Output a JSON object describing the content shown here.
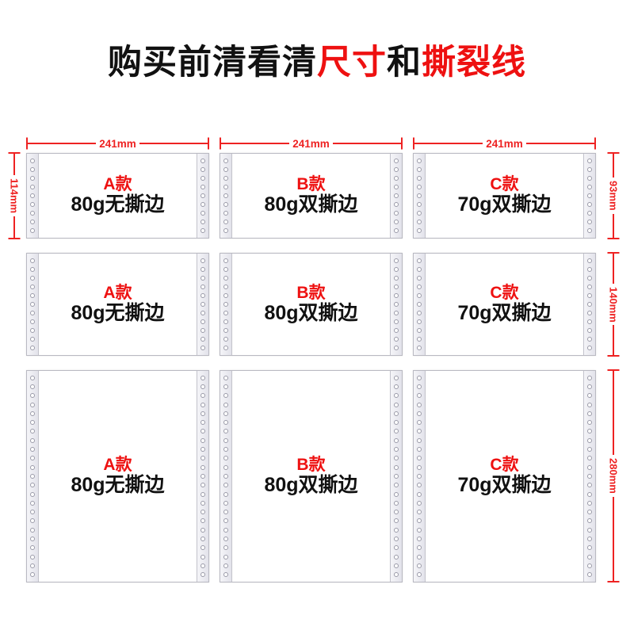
{
  "title": {
    "part1": "购买前清看清",
    "part2_red": "尺寸",
    "part3": "和",
    "part4_red": "撕裂线"
  },
  "colors": {
    "red": "#ee1111",
    "dim_red": "#ee2222",
    "text": "#111111",
    "background": "#ffffff",
    "paper": "#ffffff",
    "strip": "#ededf2",
    "paper_border": "#b9b9c2"
  },
  "width_dimensions": [
    {
      "label": "241mm",
      "column": 1
    },
    {
      "label": "241mm",
      "column": 2
    },
    {
      "label": "241mm",
      "column": 3
    }
  ],
  "height_dimensions": [
    {
      "label": "114mm",
      "row": 1,
      "side": "left"
    },
    {
      "label": "93mm",
      "row": 1,
      "side": "right"
    },
    {
      "label": "140mm",
      "row": 2,
      "side": "right"
    },
    {
      "label": "280mm",
      "row": 3,
      "side": "right"
    }
  ],
  "sheets": [
    {
      "model": "A款",
      "spec": "80g无撕边",
      "row": 1,
      "column": 1
    },
    {
      "model": "B款",
      "spec": "80g双撕边",
      "row": 1,
      "column": 2
    },
    {
      "model": "C款",
      "spec": "70g双撕边",
      "row": 1,
      "column": 3
    },
    {
      "model": "A款",
      "spec": "80g无撕边",
      "row": 2,
      "column": 1
    },
    {
      "model": "B款",
      "spec": "80g双撕边",
      "row": 2,
      "column": 2
    },
    {
      "model": "C款",
      "spec": "70g双撕边",
      "row": 2,
      "column": 3
    },
    {
      "model": "A款",
      "spec": "80g无撕边",
      "row": 3,
      "column": 1
    },
    {
      "model": "B款",
      "spec": "80g双撕边",
      "row": 3,
      "column": 2
    },
    {
      "model": "C款",
      "spec": "70g双撕边",
      "row": 3,
      "column": 3
    }
  ]
}
